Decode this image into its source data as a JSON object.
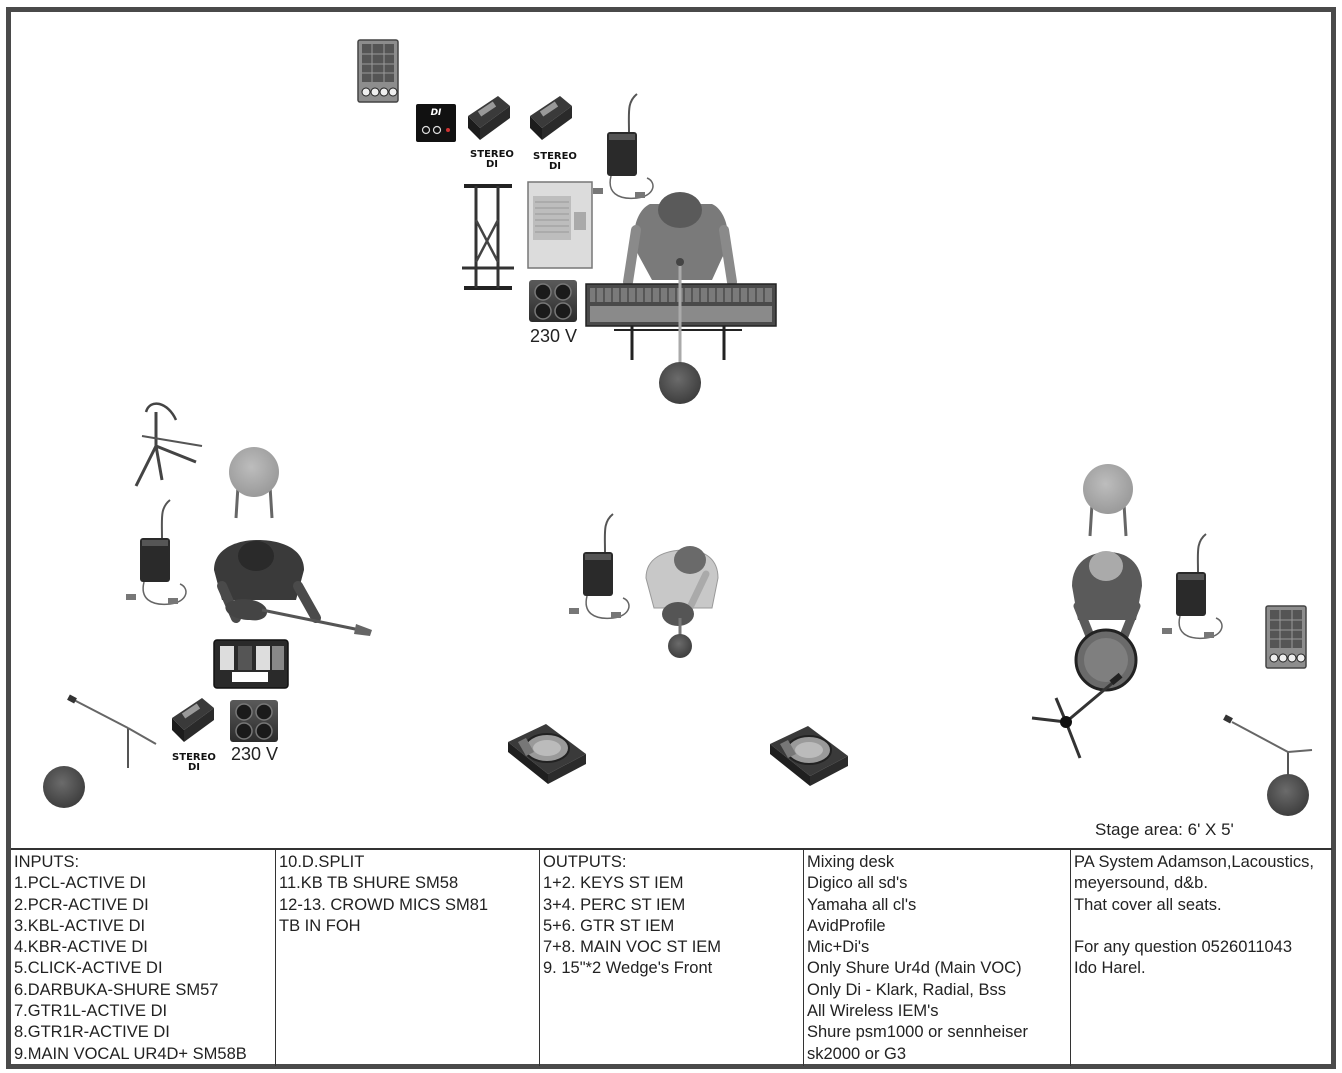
{
  "stage": {
    "area_label": "Stage area: 6' X 5'",
    "keys_power_label": "230 V",
    "gtr_power_label": "230 V",
    "di_label_line1": "DI",
    "stereo_di_line1": "STEREO",
    "stereo_di_line2": "DI"
  },
  "table": {
    "columns": [
      {
        "name": "inputs-a",
        "lines": [
          "INPUTS:",
          "1.PCL-ACTIVE DI",
          "2.PCR-ACTIVE DI",
          "3.KBL-ACTIVE DI",
          "4.KBR-ACTIVE DI",
          "5.CLICK-ACTIVE DI",
          "6.DARBUKA-SHURE SM57",
          "7.GTR1L-ACTIVE DI",
          "8.GTR1R-ACTIVE DI",
          "9.MAIN VOCAL UR4D+ SM58B"
        ]
      },
      {
        "name": "inputs-b",
        "lines": [
          "10.D.SPLIT",
          "11.KB TB SHURE SM58",
          "12-13. CROWD MICS SM81",
          "TB IN FOH"
        ]
      },
      {
        "name": "outputs",
        "lines": [
          "OUTPUTS:",
          "1+2. KEYS ST IEM",
          "3+4. PERC ST IEM",
          "5+6. GTR ST IEM",
          "7+8. MAIN VOC ST IEM",
          "9. 15\"*2 Wedge's Front"
        ]
      },
      {
        "name": "mixing",
        "lines": [
          "Mixing desk",
          "Digico all sd's",
          "Yamaha all cl's",
          "AvidProfile",
          "Mic+Di's",
          "Only Shure Ur4d (Main VOC)",
          "Only Di - Klark, Radial, Bss",
          "All Wireless IEM's",
          " Shure psm1000 or sennheiser",
          "sk2000 or G3"
        ]
      },
      {
        "name": "pa",
        "lines": [
          "PA System Adamson,Lacoustics,",
          "meyersound, d&b.",
          "That cover all seats.",
          "",
          "For any question 0526011043",
          "Ido Harel."
        ]
      }
    ],
    "widths": [
      265,
      264,
      264,
      267,
      261
    ]
  }
}
